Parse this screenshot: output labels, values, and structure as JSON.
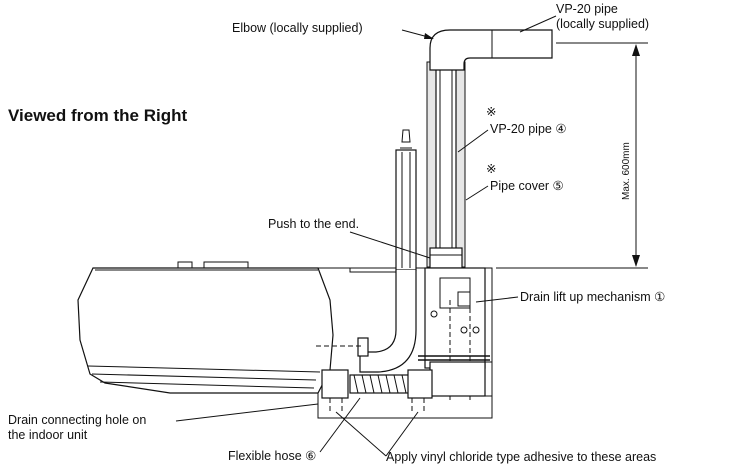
{
  "title": "Viewed from the Right",
  "labels": {
    "elbow": "Elbow (locally supplied)",
    "vp20_top_line1": "VP-20 pipe",
    "vp20_top_line2": "(locally supplied)",
    "vp20_pipe": "VP-20 pipe ④",
    "pipe_cover": "Pipe cover ⑤",
    "push_to_end": "Push to the end.",
    "max_height": "Max. 600mm",
    "drain_lift": "Drain lift up mechanism ①",
    "drain_hole_line1": "Drain connecting hole on",
    "drain_hole_line2": "the indoor unit",
    "flexible_hose": "Flexible hose ⑥",
    "adhesive": "Apply vinyl chloride type adhesive to these areas",
    "mark1": "※",
    "mark2": "※"
  },
  "colors": {
    "line": "#111111",
    "cover_fill": "#e6e6e6",
    "shade": "#cfcfcf"
  }
}
